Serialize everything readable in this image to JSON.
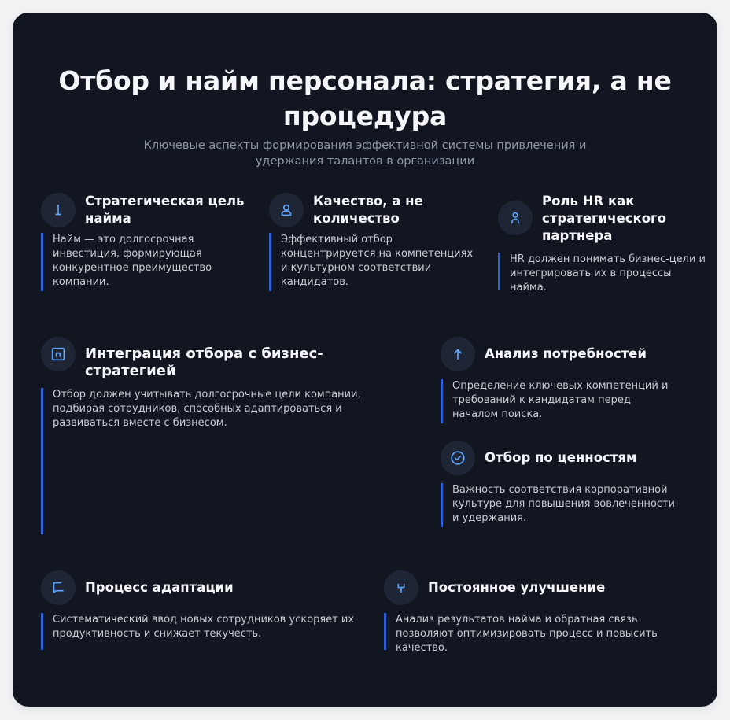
{
  "header": {
    "title": "Отбор и найм персонала: стратегия, а не процедура",
    "subtitle": "Ключевые аспекты формирования эффективной системы привлечения и удержания талантов в организации"
  },
  "colors": {
    "page_bg": "#f1f2f4",
    "card_bg": "#121620",
    "icon_bg": "#1e2636",
    "icon_color": "#60a5fa",
    "accent_bar": "#2f63d6",
    "title_text": "#f5f6fa",
    "body_text": "#c8ccd4",
    "subtitle_text": "#8f97a6"
  },
  "items": [
    {
      "icon": "pin-icon",
      "title": "Стратегическая цель найма",
      "text": "Найм — это долгосрочная инвестиция, формирующая конкурентное преимущество компании."
    },
    {
      "icon": "user-icon",
      "title": "Качество, а не количество",
      "text": "Эффективный отбор концентрируется на компетенциях и культурном соответствии кандидатов."
    },
    {
      "icon": "partner-icon",
      "title": "Роль HR как стратегического партнера",
      "text": "HR должен понимать бизнес-цели и интегрировать их в процессы найма."
    },
    {
      "icon": "integration-box-icon",
      "title": "Интеграция отбора с бизнес-стратегией",
      "text": "Отбор должен учитывать долгосрочные цели компании, подбирая сотрудников, способных адаптироваться и развиваться вместе с бизнесом."
    },
    {
      "icon": "arrow-up-icon",
      "title": "Анализ потребностей",
      "text": "Определение ключевых компетенций и требований к кандидатам перед началом поиска."
    },
    {
      "icon": "check-circle-icon",
      "title": "Отбор по ценностям",
      "text": "Важность соответствия корпоративной культуре для повышения вовлеченности и удержания."
    },
    {
      "icon": "chat-bubble-icon",
      "title": "Процесс адаптации",
      "text": "Систематический ввод новых сотрудников ускоряет их продуктивность и снижает текучесть."
    },
    {
      "icon": "fork-icon",
      "title": "Постоянное улучшение",
      "text": "Анализ результатов найма и обратная связь позволяют оптимизировать процесс и повысить качество."
    }
  ]
}
